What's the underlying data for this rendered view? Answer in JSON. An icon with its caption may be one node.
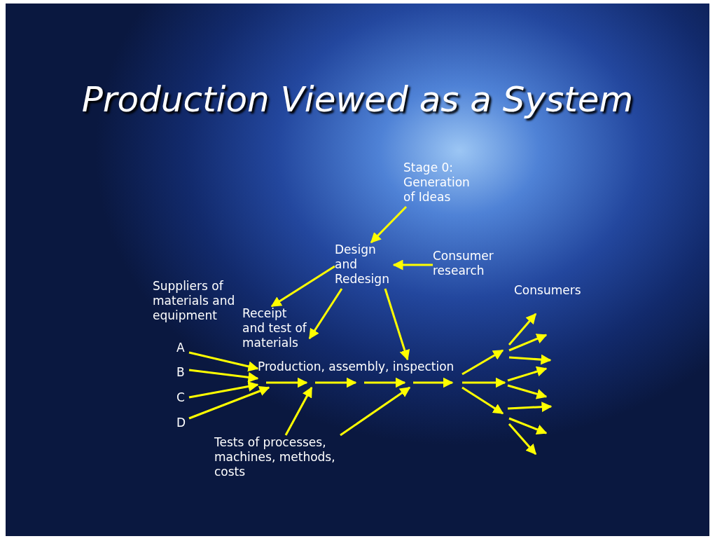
{
  "diagram": {
    "title": "Production Viewed as a System",
    "nodes": [
      {
        "text": [
          "Stage 0: Generation of Ideas"
        ]
      },
      {
        "text": [
          "Design and Redesign"
        ]
      },
      {
        "text": [
          "Consumer research"
        ]
      },
      {
        "text": [
          "Suppliers of materials and equipment"
        ]
      },
      {
        "text": [
          "Receipt and test of materials"
        ]
      },
      {
        "text": [
          "Consumers"
        ]
      },
      {
        "text": [
          "A"
        ]
      },
      {
        "text": [
          "B"
        ]
      },
      {
        "text": [
          "C"
        ]
      },
      {
        "text": [
          "D"
        ]
      },
      {
        "text": [
          "Production, assembly, inspection"
        ]
      },
      {
        "text": [
          "Tests of processes, machines, methods, costs"
        ]
      }
    ],
    "edges": [
      {
        "from": 0,
        "to": 1,
        "arrow": "to"
      },
      {
        "from": 2,
        "to": 1,
        "arrow": "to"
      },
      {
        "from": 1,
        "to": 4,
        "arrow": "to"
      },
      {
        "from": 1,
        "to": 4,
        "arrow": "to"
      },
      {
        "from": 1,
        "to": 10,
        "arrow": "to"
      },
      {
        "from": 6,
        "to": 10,
        "arrow": "to"
      },
      {
        "from": 7,
        "to": 10,
        "arrow": "to"
      },
      {
        "from": 8,
        "to": 10,
        "arrow": "to"
      },
      {
        "from": 9,
        "to": 10,
        "arrow": "to"
      },
      {
        "from": 11,
        "to": 10,
        "arrow": "to"
      },
      {
        "from": 11,
        "to": 10,
        "arrow": "to"
      },
      {
        "from": 10,
        "to": null,
        "arrow": "to"
      },
      {
        "from": 10,
        "to": null,
        "arrow": "to"
      },
      {
        "from": 10,
        "to": null,
        "arrow": "to"
      }
    ]
  }
}
